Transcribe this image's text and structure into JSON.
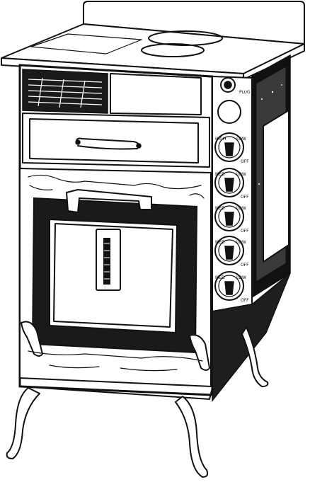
{
  "figure": {
    "subject": "electric-range-illustration",
    "ink_color": "#111111",
    "paper_color": "#ffffff"
  },
  "control_panel": {
    "top_label": "PLUG",
    "knobs": [
      {
        "label_left": "HIGH",
        "label_right": "LOW",
        "label_bottom": "OFF"
      },
      {
        "label_left": "MED",
        "label_right": "LOW",
        "label_bottom": "OFF"
      },
      {
        "label_left": "MED",
        "label_right": "LOW",
        "label_bottom": "OFF"
      },
      {
        "label_left": "MED",
        "label_right": "LOW",
        "label_bottom": "OFF"
      },
      {
        "label_left": "MED",
        "label_right": "LOW",
        "label_bottom": "OFF"
      }
    ]
  }
}
